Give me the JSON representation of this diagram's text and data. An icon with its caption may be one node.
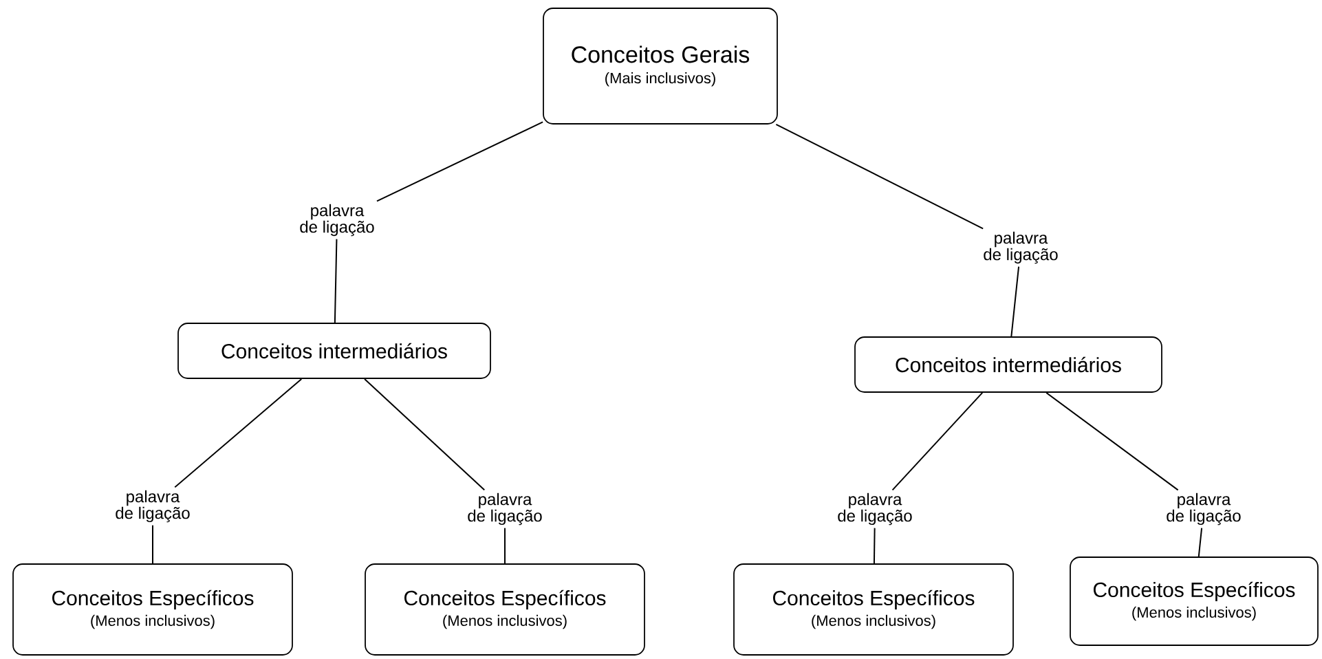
{
  "diagram": {
    "nodes": [
      {
        "text": [
          "Conceitos Gerais",
          "(Mais inclusivos)"
        ]
      },
      {
        "text": [
          "palavra de ligação"
        ]
      },
      {
        "text": [
          "palavra de ligação"
        ]
      },
      {
        "text": [
          "Conceitos intermediários"
        ]
      },
      {
        "text": [
          "Conceitos intermediários"
        ]
      },
      {
        "text": [
          "palavra de ligação"
        ]
      },
      {
        "text": [
          "palavra de ligação"
        ]
      },
      {
        "text": [
          "palavra de ligação"
        ]
      },
      {
        "text": [
          "palavra de ligação"
        ]
      },
      {
        "text": [
          "Conceitos Específicos",
          "(Menos inclusivos)"
        ]
      },
      {
        "text": [
          "Conceitos Específicos",
          "(Menos inclusivos)"
        ]
      },
      {
        "text": [
          "Conceitos Específicos",
          "(Menos inclusivos)"
        ]
      },
      {
        "text": [
          "Conceitos Específicos",
          "(Menos inclusivos)"
        ]
      }
    ],
    "edges": [
      {
        "from": 0,
        "to": 1,
        "arrow": "none"
      },
      {
        "from": 1,
        "to": 3,
        "arrow": "none"
      },
      {
        "from": 0,
        "to": 2,
        "arrow": "none"
      },
      {
        "from": 2,
        "to": 4,
        "arrow": "none"
      },
      {
        "from": 3,
        "to": 5,
        "arrow": "none"
      },
      {
        "from": 5,
        "to": 9,
        "arrow": "none"
      },
      {
        "from": 3,
        "to": 6,
        "arrow": "none"
      },
      {
        "from": 6,
        "to": 10,
        "arrow": "none"
      },
      {
        "from": 4,
        "to": 7,
        "arrow": "none"
      },
      {
        "from": 7,
        "to": 11,
        "arrow": "none"
      },
      {
        "from": 4,
        "to": 8,
        "arrow": "none"
      },
      {
        "from": 8,
        "to": 12,
        "arrow": "none"
      }
    ]
  }
}
